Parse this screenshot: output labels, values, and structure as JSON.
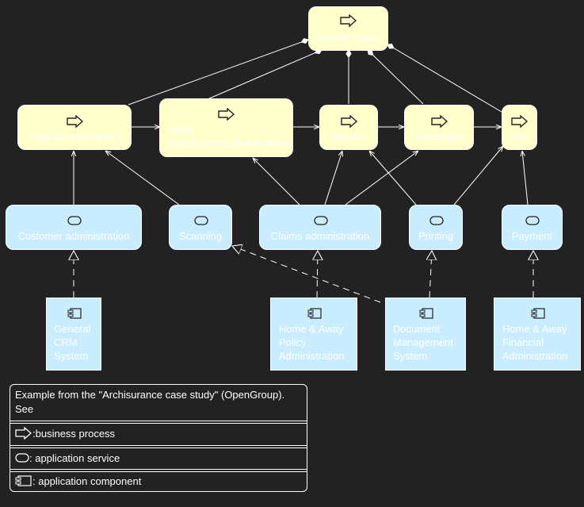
{
  "processes": {
    "handle_claim": "Handle Claim",
    "capture_information": "Capture Information",
    "notify_line1": "Notify",
    "notify_line2": "ArchiSurance Stakeholders",
    "validate": "Validate",
    "investigate": "Investigate",
    "pay": "Pay"
  },
  "services": {
    "customer_administration": "Customer administration",
    "scanning": "Scanning",
    "claims_administration": "Claims administration",
    "printing": "Printing",
    "payment": "Payment"
  },
  "components": {
    "general_crm": [
      "General",
      "CRM",
      "System"
    ],
    "home_away_policy": [
      "Home & Away",
      "Policy",
      "Administration"
    ],
    "document_management": [
      "Document",
      "Management",
      "System"
    ],
    "home_away_financial": [
      "Home & Away",
      "Financial",
      "Administration"
    ]
  },
  "legend": {
    "note_line1": "Example from the \"Archisurance case study\" (OpenGroup).",
    "note_line2": "See",
    "business_process": ":business process",
    "application_service": ": application service",
    "application_component": ": application component"
  },
  "colors": {
    "background": "#222222",
    "business_process_fill": "#ffffcc",
    "application_fill": "#c9edff",
    "lines": "#ffffff"
  },
  "icons": {
    "business_process": "arrow-icon",
    "application_service": "rounded-pill-icon",
    "application_component": "component-icon"
  }
}
